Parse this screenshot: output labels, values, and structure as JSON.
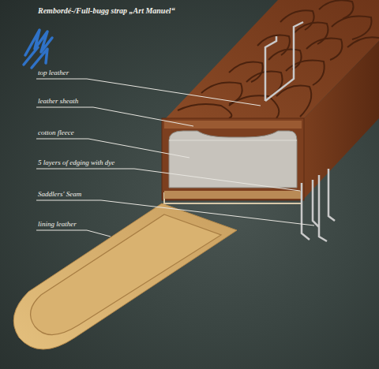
{
  "diagram": {
    "title": "Rembordé-/Full-bugg strap „Art Manuel“",
    "labels": [
      "top leather",
      "leather sheath",
      "cotton fleece",
      "5 layers of edging with dye",
      "Saddlers' Seam",
      "lining leather"
    ]
  }
}
